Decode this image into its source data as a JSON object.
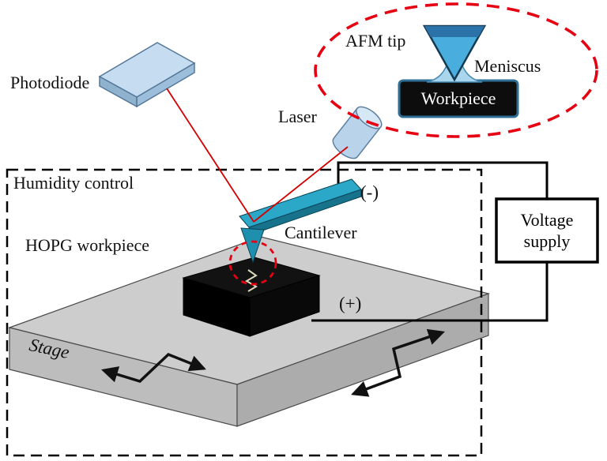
{
  "labels": {
    "photodiode": "Photodiode",
    "laser": "Laser",
    "cantilever": "Cantilever",
    "hopg_workpiece": "HOPG workpiece",
    "humidity_control": "Humidity control",
    "stage": "Stage",
    "negative": "(-)",
    "positive": "(+)",
    "voltage_supply": [
      "Voltage",
      "supply"
    ]
  },
  "inset": {
    "afm_tip": "AFM tip",
    "meniscus": "Meniscus",
    "workpiece": "Workpiece"
  },
  "colors": {
    "laser_beam_red": "#d40000",
    "dashed_highlight_red": "#e50012",
    "cantilever_teal": "#2ba7c8",
    "component_blue": "#c6ddf1",
    "stage_gray": "#cdcdcd",
    "workpiece_black": "#0d0d0d",
    "wire_black": "#000000"
  }
}
